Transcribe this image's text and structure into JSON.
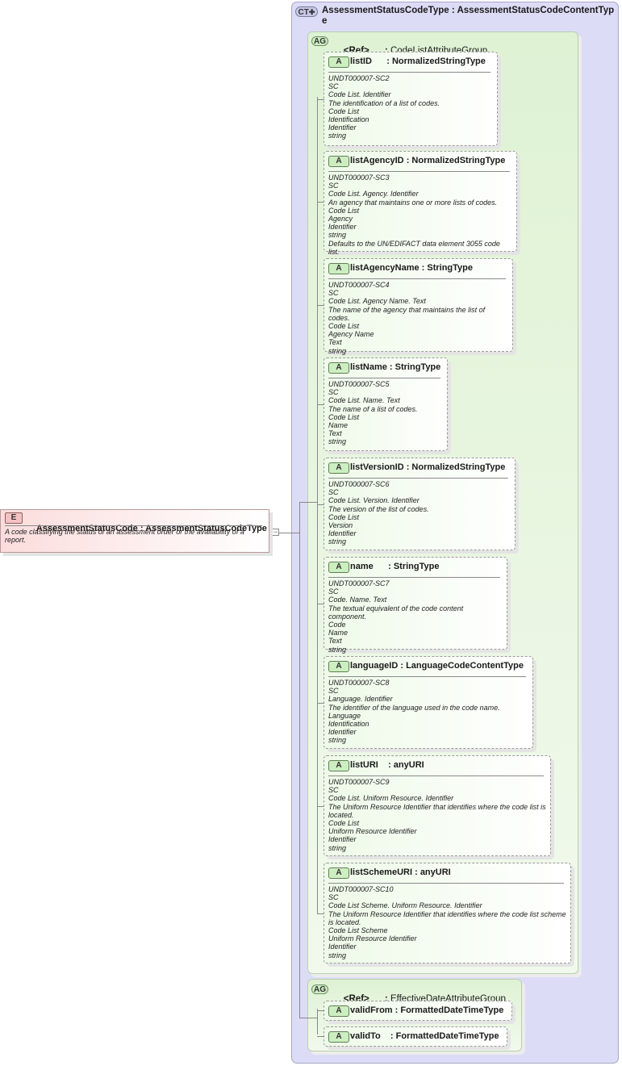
{
  "element": {
    "badge": "E",
    "name": "AssessmentStatusCode",
    "type": "AssessmentStatusCodeType",
    "doc": "A code classifying the status of an assessment order or the availability of a report."
  },
  "complex_type": {
    "badge": "CT",
    "name": "AssessmentStatusCodeType",
    "type": "AssessmentStatusCodeContentType"
  },
  "groups": [
    {
      "badge": "AG",
      "ref": "<Ref>",
      "name": "CodeListAttributeGroup",
      "attributes": [
        {
          "badge": "A",
          "name": "listID",
          "type": "NormalizedStringType",
          "doc": [
            "UNDT000007-SC2",
            "SC",
            "Code List. Identifier",
            "The identification of a list of codes.",
            "Code List",
            "Identification",
            "Identifier",
            "string"
          ]
        },
        {
          "badge": "A",
          "name": "listAgencyID",
          "type": "NormalizedStringType",
          "doc": [
            "UNDT000007-SC3",
            "SC",
            "Code List. Agency. Identifier",
            "An agency that maintains one or more lists of codes.",
            "Code List",
            "Agency",
            "Identifier",
            "string",
            "Defaults to the UN/EDIFACT data element 3055 code list."
          ]
        },
        {
          "badge": "A",
          "name": "listAgencyName",
          "type": "StringType",
          "doc": [
            "UNDT000007-SC4",
            "SC",
            "Code List. Agency Name. Text",
            "The name of the agency that maintains the list of codes.",
            "Code List",
            "Agency Name",
            "Text",
            "string"
          ]
        },
        {
          "badge": "A",
          "name": "listName",
          "type": "StringType",
          "doc": [
            "UNDT000007-SC5",
            "SC",
            "Code List. Name. Text",
            "The name of a list of codes.",
            "Code List",
            "Name",
            "Text",
            "string"
          ]
        },
        {
          "badge": "A",
          "name": "listVersionID",
          "type": "NormalizedStringType",
          "doc": [
            "UNDT000007-SC6",
            "SC",
            "Code List. Version. Identifier",
            "The version of the list of codes.",
            "Code List",
            "Version",
            "Identifier",
            "string"
          ]
        },
        {
          "badge": "A",
          "name": "name",
          "type": "StringType",
          "doc": [
            "UNDT000007-SC7",
            "SC",
            "Code. Name. Text",
            "The textual equivalent of the code content component.",
            "Code",
            "Name",
            "Text",
            "string"
          ]
        },
        {
          "badge": "A",
          "name": "languageID",
          "type": "LanguageCodeContentType",
          "doc": [
            "UNDT000007-SC8",
            "SC",
            "Language. Identifier",
            "The identifier of the language used in the code name.",
            "Language",
            "Identification",
            "Identifier",
            "string"
          ]
        },
        {
          "badge": "A",
          "name": "listURI",
          "type": "anyURI",
          "doc": [
            "UNDT000007-SC9",
            "SC",
            "Code List. Uniform Resource. Identifier",
            "The Uniform Resource Identifier that identifies where the code list is located.",
            "Code List",
            "Uniform Resource Identifier",
            "Identifier",
            "string"
          ]
        },
        {
          "badge": "A",
          "name": "listSchemeURI",
          "type": "anyURI",
          "doc": [
            "UNDT000007-SC10",
            "SC",
            "Code List Scheme. Uniform Resource. Identifier",
            "The Uniform Resource Identifier that identifies where the code list scheme is located.",
            "Code List Scheme",
            "Uniform Resource Identifier",
            "Identifier",
            "string"
          ]
        }
      ]
    },
    {
      "badge": "AG",
      "ref": "<Ref>",
      "name": "EffectiveDateAttributeGroup",
      "attributes": [
        {
          "badge": "A",
          "name": "validFrom",
          "type": "FormattedDateTimeType",
          "doc": []
        },
        {
          "badge": "A",
          "name": "validTo",
          "type": "FormattedDateTimeType",
          "doc": []
        }
      ]
    }
  ]
}
